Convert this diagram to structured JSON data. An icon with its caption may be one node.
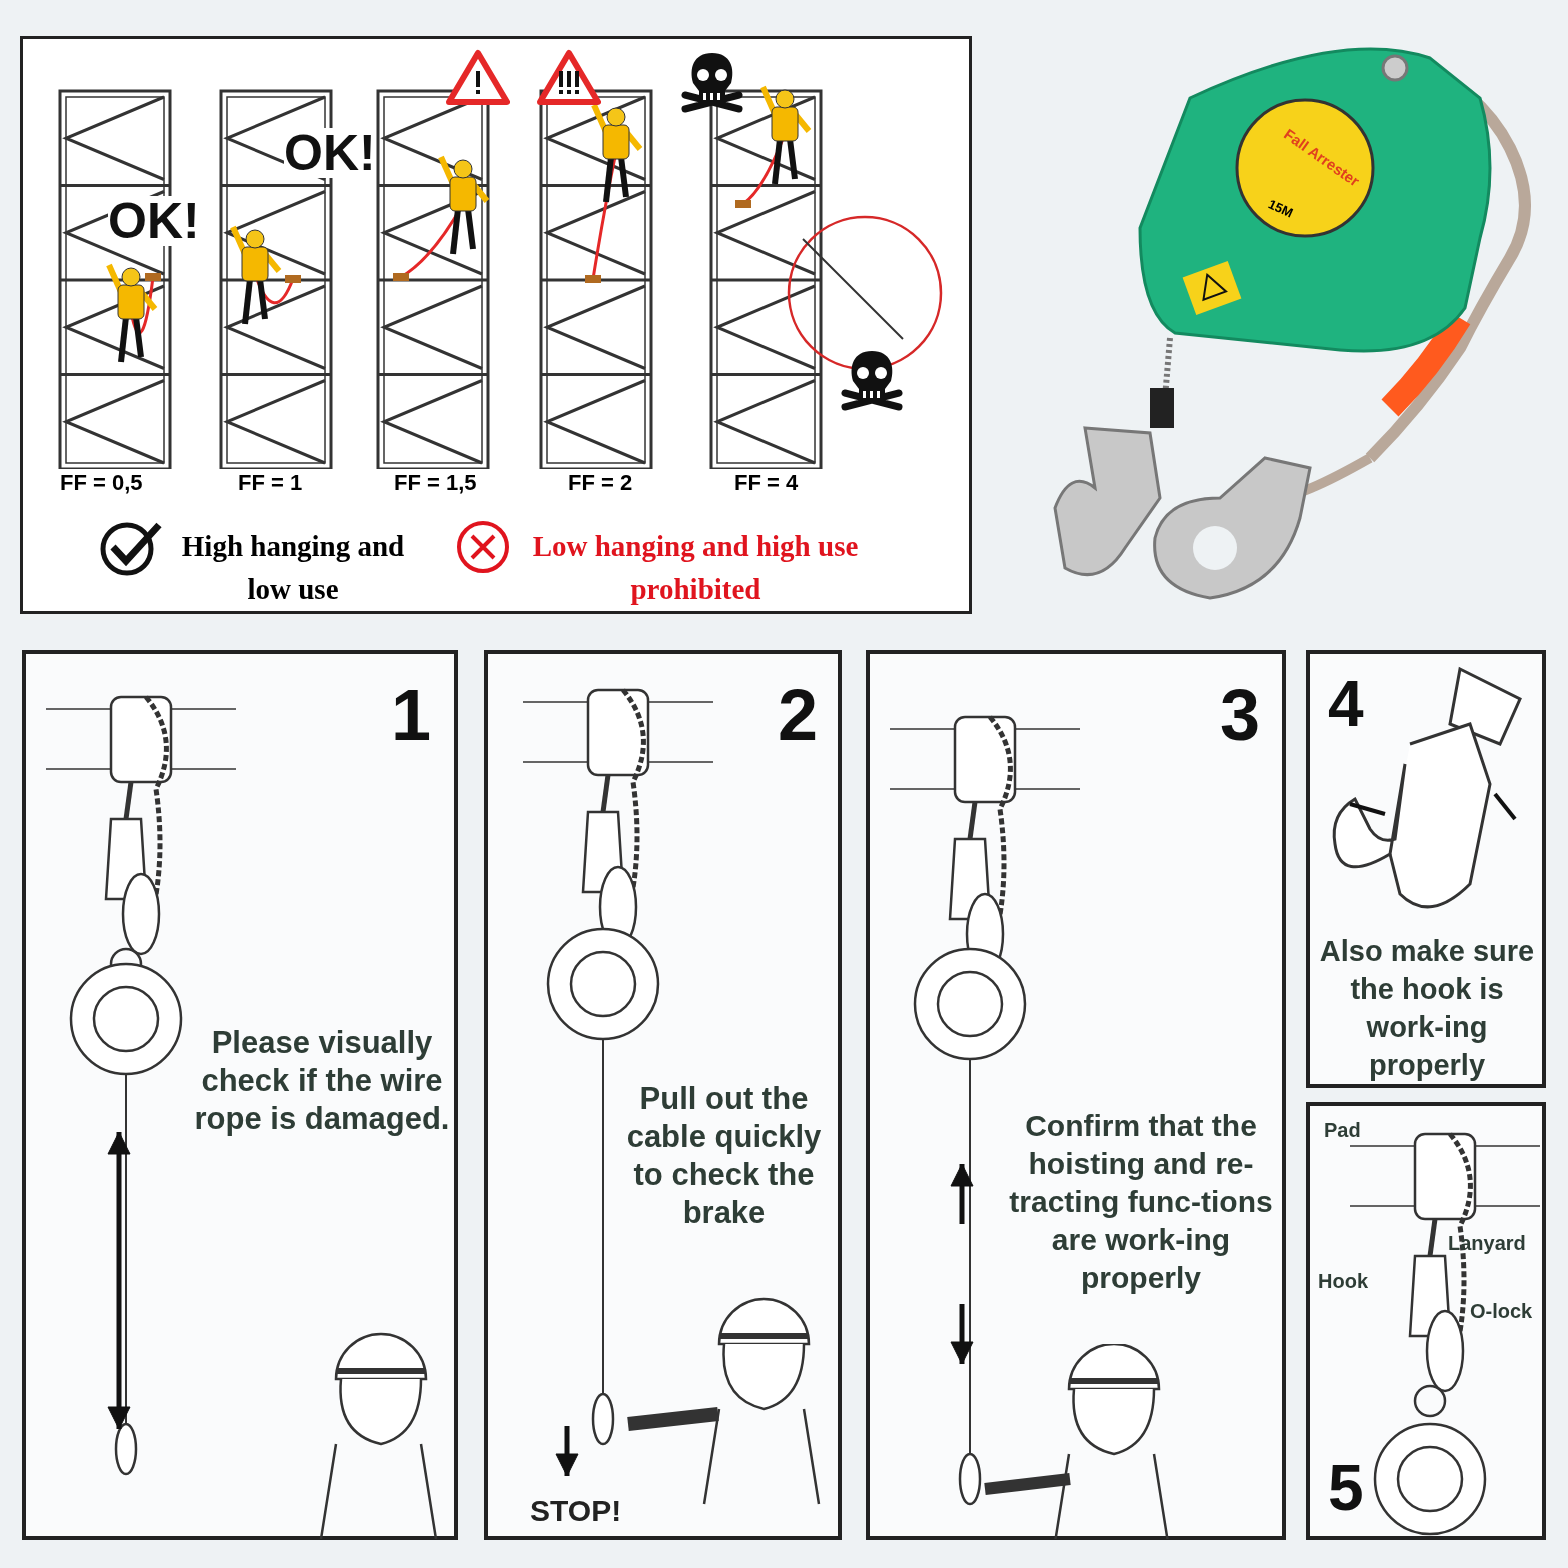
{
  "diagram": {
    "nodes": [
      {
        "text": [
          "High hanging and low use",
          "Low hanging and high use prohibited"
        ]
      },
      {
        "text": [
          "1",
          "Please visually check if the wire rope is damaged."
        ]
      },
      {
        "text": [
          "2",
          "Pull out the cable quickly to check the brake",
          "STOP!"
        ]
      },
      {
        "text": [
          "3",
          "Confirm that the hoisting and re-tracting func-tions are work-ing properly"
        ]
      },
      {
        "text": [
          "4",
          "Also make sure the hook is work-ing properly"
        ]
      },
      {
        "text": [
          "Pad",
          "Lanyard",
          "Hook",
          "O-lock",
          "5"
        ]
      }
    ],
    "labels": [
      "OK!",
      "OK!",
      "FF = 0,5",
      "FF = 1",
      "FF = 1,5",
      "FF = 2",
      "FF = 4",
      "Fall Arrester",
      "15M"
    ]
  }
}
